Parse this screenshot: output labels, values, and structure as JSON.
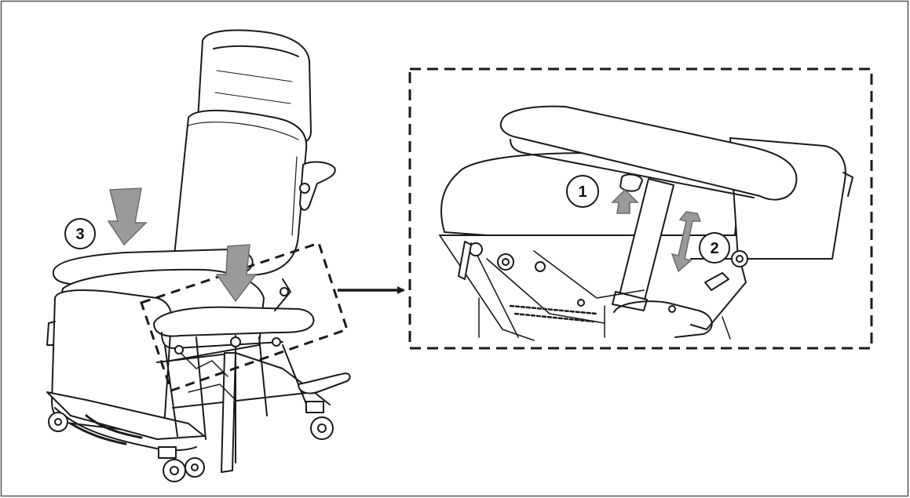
{
  "figure": {
    "colors": {
      "line": "#1a1a1a",
      "arrow_fill": "#9a9a9a",
      "arrow_stroke": "#6b6b6b",
      "border": "#555555"
    },
    "callouts": [
      {
        "id": "callout-1",
        "label": "1"
      },
      {
        "id": "callout-2",
        "label": "2"
      },
      {
        "id": "callout-3",
        "label": "3"
      }
    ]
  }
}
